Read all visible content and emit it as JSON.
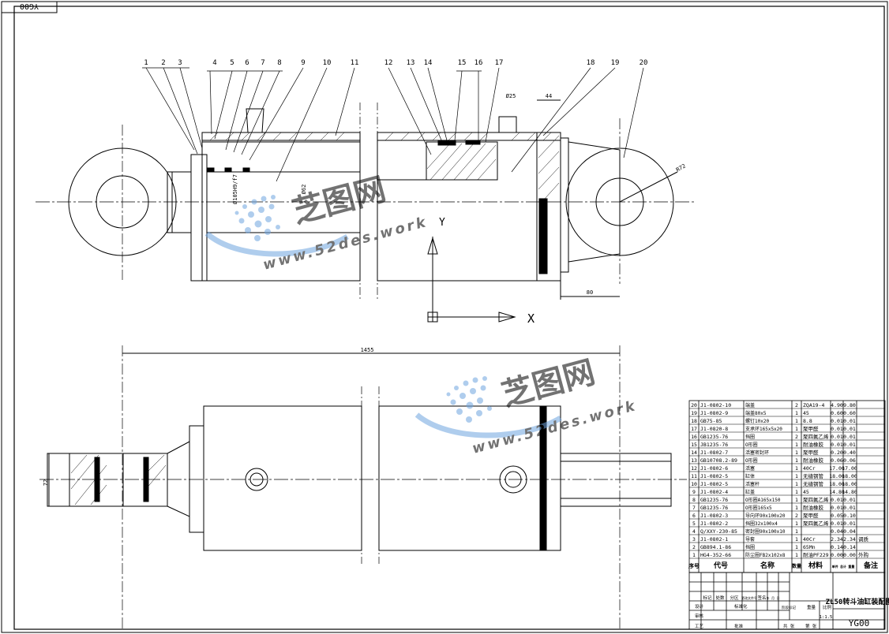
{
  "drawing": {
    "code_top": "YG00",
    "title": "ZL50转斗油缸装配图",
    "code": "YG00",
    "scale": "1:1.5"
  },
  "watermark": {
    "brand": "芝图网",
    "url": "www.52des.work"
  },
  "dims": {
    "d1": "Ø25",
    "d2": "44",
    "d3": "Ø62",
    "d4": "Ø105H9/f7",
    "d5": "R72",
    "d6": "80",
    "d7": "1455",
    "d8": "72"
  },
  "axes": {
    "y": "Y",
    "x": "X"
  },
  "balloons": [
    "1",
    "2",
    "3",
    "4",
    "5",
    "6",
    "7",
    "8",
    "9",
    "10",
    "11",
    "12",
    "13",
    "14",
    "15",
    "16",
    "17",
    "18",
    "19",
    "20"
  ],
  "bom": {
    "header": {
      "no": "序号",
      "code": "代号",
      "name": "名称",
      "qty": "数量",
      "material": "材料",
      "weight": "单件 总计 重量",
      "note": "备注"
    },
    "rows": [
      {
        "no": "20",
        "code": "J1-0802-10",
        "name": "端盖",
        "qty": "2",
        "material": "ZQA19-4",
        "w1": "4.90",
        "w2": "9.80",
        "note": ""
      },
      {
        "no": "19",
        "code": "J1-0802-9",
        "name": "端盖80x5",
        "qty": "1",
        "material": "45",
        "w1": "0.60",
        "w2": "0.60",
        "note": ""
      },
      {
        "no": "18",
        "code": "GB75-85",
        "name": "螺钉10x20",
        "qty": "1",
        "material": "8.8",
        "w1": "0.01",
        "w2": "0.01",
        "note": ""
      },
      {
        "no": "17",
        "code": "J1-0820-8",
        "name": "支承环165x5x20",
        "qty": "1",
        "material": "聚甲醛",
        "w1": "0.01",
        "w2": "0.01",
        "note": ""
      },
      {
        "no": "16",
        "code": "GB1235-76",
        "name": "挡圈",
        "qty": "2",
        "material": "聚四氟乙烯",
        "w1": "0.01",
        "w2": "0.01",
        "note": ""
      },
      {
        "no": "15",
        "code": "JB1235-76",
        "name": "O形圈",
        "qty": "1",
        "material": "耐油橡胶",
        "w1": "0.01",
        "w2": "0.01",
        "note": ""
      },
      {
        "no": "14",
        "code": "J1-0802-7",
        "name": "活塞密封环",
        "qty": "1",
        "material": "聚甲醛",
        "w1": "0.20",
        "w2": "0.40",
        "note": ""
      },
      {
        "no": "13",
        "code": "GB10708.2-89",
        "name": "O形圈",
        "qty": "1",
        "material": "耐油橡胶",
        "w1": "0.06",
        "w2": "0.06",
        "note": ""
      },
      {
        "no": "12",
        "code": "J1-0802-6",
        "name": "活塞",
        "qty": "1",
        "material": "40Cr",
        "w1": "17.00",
        "w2": "17.00",
        "note": ""
      },
      {
        "no": "11",
        "code": "J1-0802-5",
        "name": "缸体",
        "qty": "1",
        "material": "无缝钢管",
        "w1": "18.00",
        "w2": "18.00",
        "note": ""
      },
      {
        "no": "10",
        "code": "J1-0802-5",
        "name": "活塞杆",
        "qty": "1",
        "material": "无缝钢管",
        "w1": "18.00",
        "w2": "18.00",
        "note": ""
      },
      {
        "no": "9",
        "code": "J1-0802-4",
        "name": "缸盖",
        "qty": "1",
        "material": "45",
        "w1": "14.80",
        "w2": "14.80",
        "note": ""
      },
      {
        "no": "8",
        "code": "GB1235-76",
        "name": "O形圈A165x150",
        "qty": "1",
        "material": "聚四氟乙烯",
        "w1": "0.01",
        "w2": "0.01",
        "note": ""
      },
      {
        "no": "7",
        "code": "GB1235-76",
        "name": "O形圈165x5",
        "qty": "1",
        "material": "耐油橡胶",
        "w1": "0.01",
        "w2": "0.01",
        "note": ""
      },
      {
        "no": "6",
        "code": "J1-0802-3",
        "name": "导向环90x100x20",
        "qty": "2",
        "material": "聚甲醛",
        "w1": "0.05",
        "w2": "0.10",
        "note": ""
      },
      {
        "no": "5",
        "code": "J1-0802-2",
        "name": "挡圈32x100x4",
        "qty": "1",
        "material": "聚四氟乙烯",
        "w1": "0.01",
        "w2": "0.01",
        "note": ""
      },
      {
        "no": "4",
        "code": "Q/XXY-230-85",
        "name": "密封圈90x100x10",
        "qty": "1",
        "material": "",
        "w1": "0.04",
        "w2": "0.04",
        "note": ""
      },
      {
        "no": "3",
        "code": "J1-0802-1",
        "name": "导套",
        "qty": "1",
        "material": "40Cr",
        "w1": "2.34",
        "w2": "2.34",
        "note": "调质"
      },
      {
        "no": "2",
        "code": "GB894.1-86",
        "name": "挡圈",
        "qty": "1",
        "material": "65Mn",
        "w1": "0.14",
        "w2": "0.14",
        "note": ""
      },
      {
        "no": "1",
        "code": "HG4-352-66",
        "name": "防尘圈FB2x102x8",
        "qty": "1",
        "material": "耐油PF229",
        "w1": "0.00",
        "w2": "0.00",
        "note": "外购"
      }
    ]
  },
  "titleblock": {
    "rev_mark": "标记",
    "rev_count": "处数",
    "rev_zone": "分区",
    "rev_doc": "更改文件号",
    "rev_sign": "签名",
    "rev_date": "年 月 日",
    "designer": "设计",
    "standardize": "标准化",
    "stage_marks": "阶段标记",
    "weight": "重量",
    "scale_label": "比例",
    "checker": "审核",
    "process": "工艺",
    "approve": "批准",
    "sheets_total": "共 张",
    "sheet_no": "第 张"
  }
}
